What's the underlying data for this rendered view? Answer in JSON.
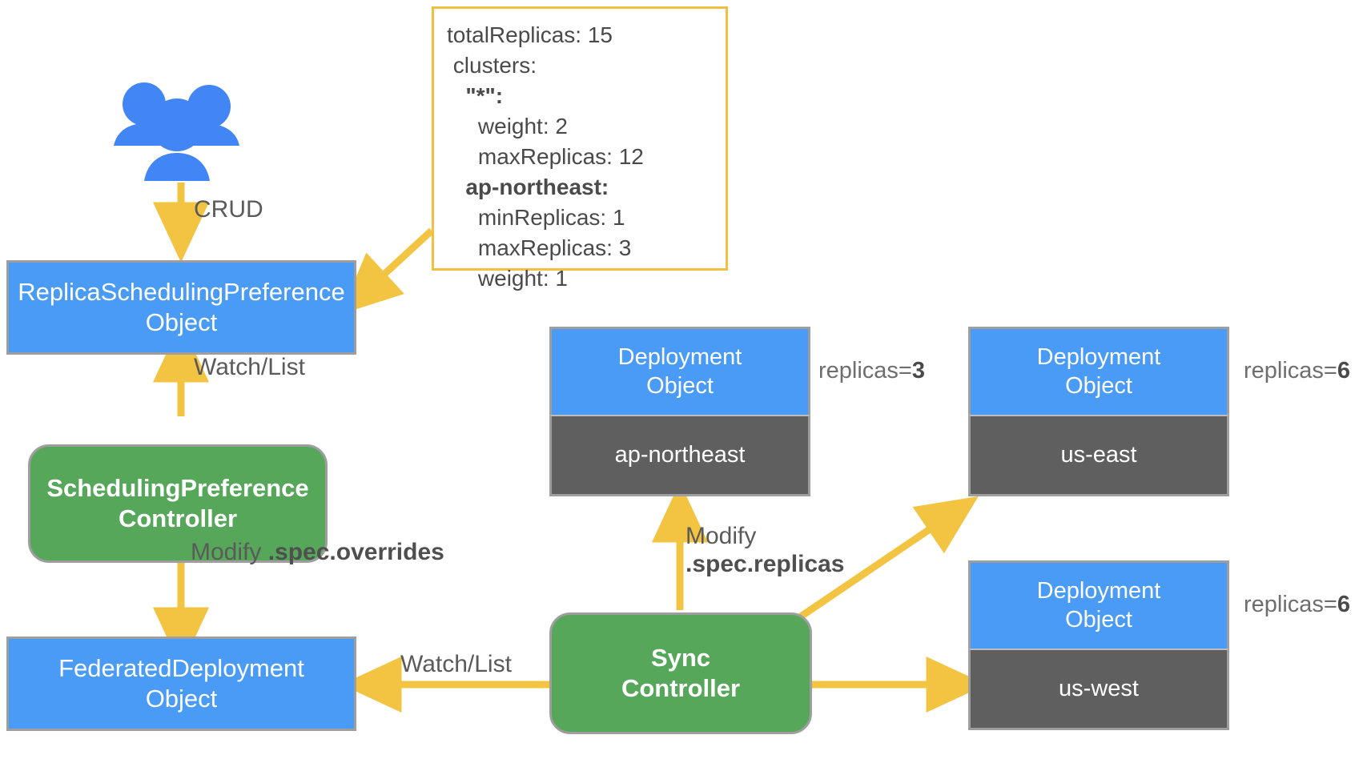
{
  "diagram": {
    "title": "Kubernetes Federation ReplicaSchedulingPreference flow",
    "colors": {
      "blue": "#4a9bf5",
      "green": "#57a75b",
      "gray": "#5f5f5f",
      "yellow": "#f3c342",
      "border_gray": "#9e9e9e",
      "text_gray": "#5a5a5a"
    }
  },
  "actors": {
    "users_icon": "users-group-icon"
  },
  "yaml_spec": {
    "lines": [
      {
        "text": "totalReplicas: 15",
        "bold": false
      },
      {
        "text": " clusters:",
        "bold": false
      },
      {
        "text": "   \"*\":",
        "bold": true
      },
      {
        "text": "     weight: 2",
        "bold": false
      },
      {
        "text": "     maxReplicas: 12",
        "bold": false
      },
      {
        "text": "   ap-northeast:",
        "bold": true
      },
      {
        "text": "     minReplicas: 1",
        "bold": false
      },
      {
        "text": "     maxReplicas: 3",
        "bold": false
      },
      {
        "text": "     weight: 1",
        "bold": false
      }
    ]
  },
  "nodes": {
    "rsp_object": {
      "line1": "ReplicaSchedulingPreference",
      "line2": "Object"
    },
    "scheduling_controller": {
      "line1": "SchedulingPreference",
      "line2": "Controller"
    },
    "federated_deployment": {
      "line1": "FederatedDeployment",
      "line2": "Object"
    },
    "sync_controller": {
      "line1": "Sync",
      "line2": "Controller"
    }
  },
  "deployments": [
    {
      "id": "ap-northeast",
      "title_line1": "Deployment",
      "title_line2": "Object",
      "cluster": "ap-northeast",
      "replicas_prefix": "replicas=",
      "replicas_value": "3"
    },
    {
      "id": "us-east",
      "title_line1": "Deployment",
      "title_line2": "Object",
      "cluster": "us-east",
      "replicas_prefix": "replicas=",
      "replicas_value": "6"
    },
    {
      "id": "us-west",
      "title_line1": "Deployment",
      "title_line2": "Object",
      "cluster": "us-west",
      "replicas_prefix": "replicas=",
      "replicas_value": "6"
    }
  ],
  "edges": {
    "crud": {
      "text": "CRUD"
    },
    "watch_list_left": {
      "text": "Watch/List"
    },
    "modify_overrides": {
      "prefix": "Modify ",
      "bold": ".spec.overrides"
    },
    "watch_list_bottom": {
      "text": "Watch/List"
    },
    "modify_replicas": {
      "prefix": "Modify",
      "bold": ".spec.replicas"
    }
  }
}
